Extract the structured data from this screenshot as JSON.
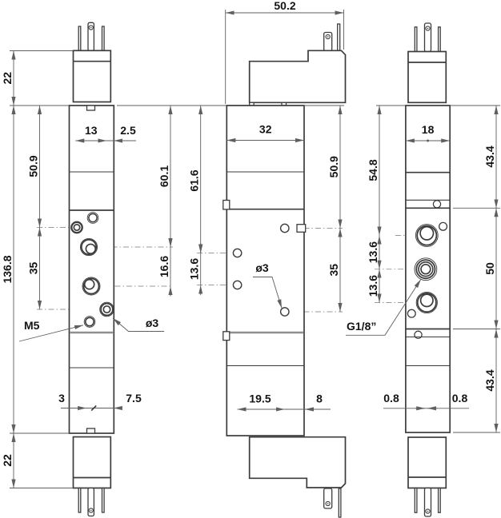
{
  "colors": {
    "outline": "#3c3c3c",
    "dimension": "#5f5f5f",
    "centerline": "#9a9a9a",
    "interface_line": "#8f8f8f",
    "text": "#141414",
    "background": "#ffffff"
  },
  "views": {
    "front": {
      "dims": {
        "coil_top": "22",
        "overall": "136.8",
        "coil_bottom": "22",
        "port_cols": "13",
        "edge": "2.5",
        "pilot_top": "50.9",
        "pilot_span": "35",
        "port1_top": "60.1",
        "port_gap": "16.6",
        "thread": "M5",
        "hole": "ø3",
        "bottom_a": "3",
        "bottom_b": "7.5"
      }
    },
    "side": {
      "dims": {
        "overall_depth": "50.2",
        "body_depth": "32",
        "hole1_top": "61.6",
        "hole_gap": "13.6",
        "hole": "ø3",
        "right_top": "50.9",
        "right_span": "35",
        "bottom_a": "19.5",
        "bottom_b": "8"
      }
    },
    "rear": {
      "dims": {
        "body_width": "18",
        "gasket_top": "43.4",
        "port1_top": "54.8",
        "port_gap_a": "13.6",
        "port_gap_b": "13.6",
        "gasket_span": "50",
        "thread": "G1/8”",
        "center_a": "0.8",
        "center_b": "0.8",
        "gasket_bottom": "43.4"
      }
    }
  }
}
